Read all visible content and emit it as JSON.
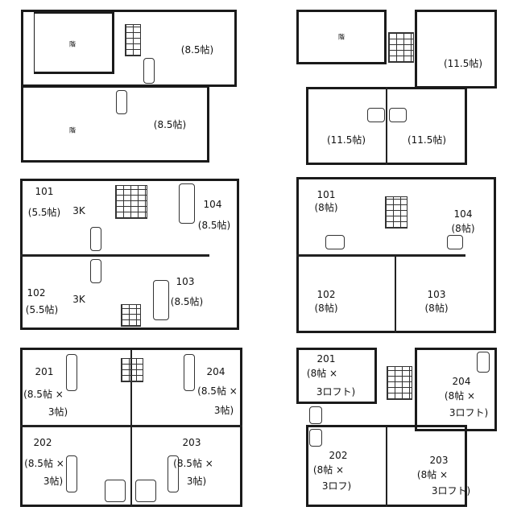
{
  "plans": {
    "top_left": {
      "upper_label": "階",
      "upper_size": "(8.5帖)",
      "lower_label": "階",
      "lower_size": "(8.5帖)"
    },
    "top_right": {
      "label": "階",
      "unit_a": "(11.5帖)",
      "unit_b": "(11.5帖)",
      "unit_c": "(11.5帖)"
    },
    "mid_left": {
      "u101": {
        "num": "101",
        "size": "(5.5帖)",
        "type": "3K"
      },
      "u104": {
        "num": "104",
        "size": "(8.5帖)"
      },
      "u102": {
        "num": "102",
        "size": "(5.5帖)",
        "type": "3K"
      },
      "u103": {
        "num": "103",
        "size": "(8.5帖)"
      }
    },
    "mid_right": {
      "u101": {
        "num": "101",
        "size": "(8帖)"
      },
      "u104": {
        "num": "104",
        "size": "(8帖)"
      },
      "u102": {
        "num": "102",
        "size": "(8帖)"
      },
      "u103": {
        "num": "103",
        "size": "(8帖)"
      }
    },
    "bottom_left": {
      "u201": {
        "num": "201",
        "l1": "(8.5帖 ×",
        "l2": "3帖)"
      },
      "u204": {
        "num": "204",
        "l1": "(8.5帖 ×",
        "l2": "3帖)"
      },
      "u202": {
        "num": "202",
        "l1": "(8.5帖 ×",
        "l2": "3帖)"
      },
      "u203": {
        "num": "203",
        "l1": "(8.5帖 ×",
        "l2": "3帖)"
      }
    },
    "bottom_right": {
      "u201": {
        "num": "201",
        "l1": "(8帖 ×",
        "l2": "3ロフト)"
      },
      "u204": {
        "num": "204",
        "l1": "(8帖 ×",
        "l2": "3ロフト)"
      },
      "u202": {
        "num": "202",
        "l1": "(8帖 ×",
        "l2": "3ロフ)"
      },
      "u203": {
        "num": "203",
        "l1": "(8帖 ×",
        "l2": "3ロフト)"
      }
    }
  }
}
